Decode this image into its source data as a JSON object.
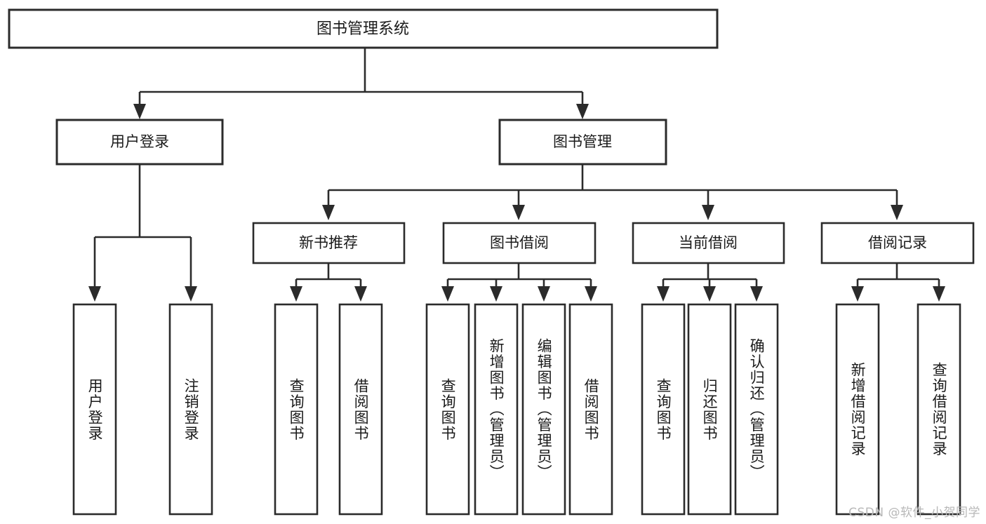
{
  "diagram": {
    "type": "tree-hierarchy",
    "title": "图书管理系统",
    "root": {
      "id": "root",
      "label": "图书管理系统",
      "orientation": "horizontal"
    },
    "level1": [
      {
        "id": "user-login",
        "label": "用户登录",
        "orientation": "horizontal"
      },
      {
        "id": "book-manage",
        "label": "图书管理",
        "orientation": "horizontal"
      }
    ],
    "level2": [
      {
        "id": "new-book-recommend",
        "label": "新书推荐",
        "parent": "book-manage",
        "orientation": "horizontal"
      },
      {
        "id": "book-borrow",
        "label": "图书借阅",
        "parent": "book-manage",
        "orientation": "horizontal"
      },
      {
        "id": "current-borrow",
        "label": "当前借阅",
        "parent": "book-manage",
        "orientation": "horizontal"
      },
      {
        "id": "borrow-record",
        "label": "借阅记录",
        "parent": "book-manage",
        "orientation": "horizontal"
      }
    ],
    "leaves": [
      {
        "id": "leaf-user-login",
        "label": "用户登录",
        "parent": "user-login",
        "orientation": "vertical"
      },
      {
        "id": "leaf-user-logout",
        "label": "注销登录",
        "parent": "user-login",
        "orientation": "vertical"
      },
      {
        "id": "leaf-query-book-1",
        "label": "查询图书",
        "parent": "new-book-recommend",
        "orientation": "vertical"
      },
      {
        "id": "leaf-borrow-book-1",
        "label": "借阅图书",
        "parent": "new-book-recommend",
        "orientation": "vertical"
      },
      {
        "id": "leaf-query-book-2",
        "label": "查询图书",
        "parent": "book-borrow",
        "orientation": "vertical"
      },
      {
        "id": "leaf-add-book",
        "label": "新增图书（管理员）",
        "parent": "book-borrow",
        "orientation": "vertical"
      },
      {
        "id": "leaf-edit-book",
        "label": "编辑图书（管理员）",
        "parent": "book-borrow",
        "orientation": "vertical"
      },
      {
        "id": "leaf-borrow-book-2",
        "label": "借阅图书",
        "parent": "book-borrow",
        "orientation": "vertical"
      },
      {
        "id": "leaf-query-book-3",
        "label": "查询图书",
        "parent": "current-borrow",
        "orientation": "vertical"
      },
      {
        "id": "leaf-return-book",
        "label": "归还图书",
        "parent": "current-borrow",
        "orientation": "vertical"
      },
      {
        "id": "leaf-confirm-return",
        "label": "确认归还（管理员）",
        "parent": "current-borrow",
        "orientation": "vertical"
      },
      {
        "id": "leaf-add-record",
        "label": "新增借阅记录",
        "parent": "borrow-record",
        "orientation": "vertical"
      },
      {
        "id": "leaf-query-record",
        "label": "查询借阅记录",
        "parent": "borrow-record",
        "orientation": "vertical"
      }
    ],
    "colors": {
      "stroke": "#2b2b2b",
      "fill": "#ffffff",
      "text": "#1a1a1a",
      "watermark": "#b8b8b8"
    }
  },
  "watermark": {
    "text": "CSDN @软件_小贺同学"
  }
}
